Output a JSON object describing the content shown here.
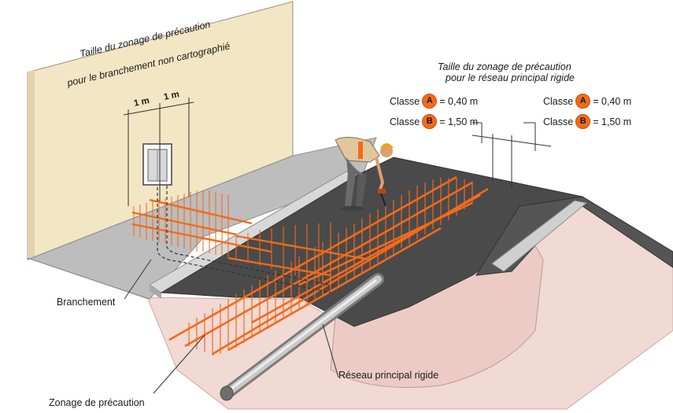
{
  "branch_zone": {
    "title_line1": "Taille du zonage de précaution",
    "title_line2": "pour le branchement non cartographié",
    "dim_left": "1 m",
    "dim_right": "1 m"
  },
  "main_network_zone": {
    "title_line1": "Taille du zonage de précaution",
    "title_line2": "pour le réseau principal rigide",
    "classes_left": [
      {
        "prefix": "Classe",
        "badge": "A",
        "value": "= 0,40 m"
      },
      {
        "prefix": "Classe",
        "badge": "B",
        "value": "= 1,50 m"
      }
    ],
    "classes_right": [
      {
        "prefix": "Classe",
        "badge": "A",
        "value": "= 0,40 m"
      },
      {
        "prefix": "Classe",
        "badge": "B",
        "value": "= 1,50 m"
      }
    ]
  },
  "labels": {
    "branchement": "Branchement",
    "reseau": "Réseau principal rigide",
    "zonage": "Zonage de précaution"
  },
  "colors": {
    "wall": "#f3e6c4",
    "ground": "#f1d9d4",
    "pavement": "#bdbdbd",
    "asphalt": "#4a4a4a",
    "zone_orange": "#f26a1b"
  }
}
